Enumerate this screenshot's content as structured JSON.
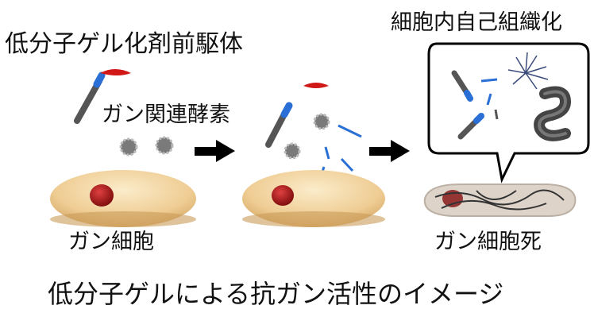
{
  "labels": {
    "precursor": "低分子ゲル化剤前駆体",
    "self_assembly": "細胞内自己組織化",
    "enzyme": "ガン関連酵素",
    "cancer_cell": "ガン細胞",
    "cancer_cell_death": "ガン細胞死",
    "caption": "低分子ゲルによる抗ガン活性のイメージ"
  },
  "colors": {
    "cell_fill": "#f0d09a",
    "nucleus": "#b0181a",
    "arrow": "#000000",
    "rod_dark": "#555555",
    "rod_blue": "#2a6fd6",
    "cap_red": "#d01818",
    "gear": "#8a8a8a"
  }
}
